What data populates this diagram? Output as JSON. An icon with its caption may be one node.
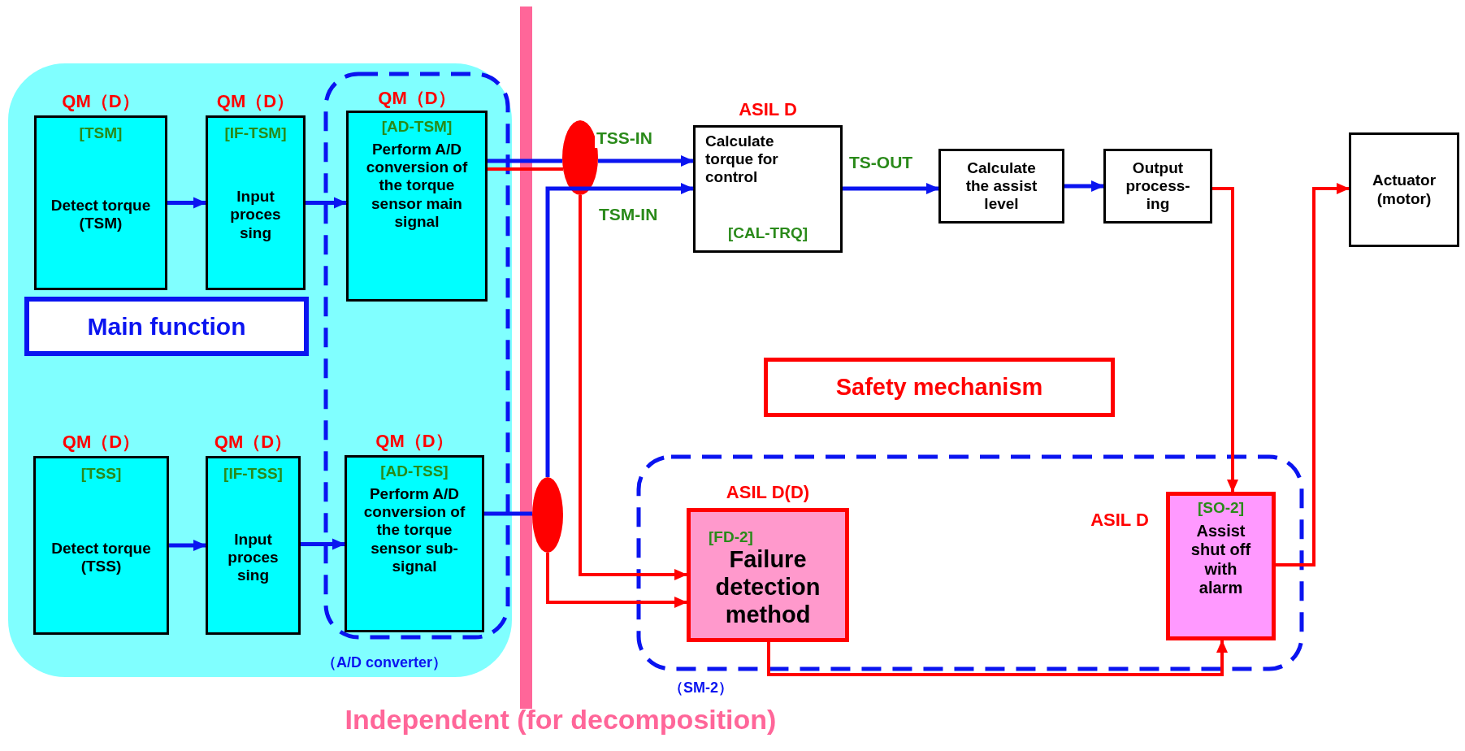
{
  "diagram": {
    "nodes": [
      {
        "text": [
          "Main function"
        ]
      },
      {
        "text": [
          "[TSM]",
          "Detect torque (TSM)"
        ],
        "beside": [
          "QM（D）"
        ],
        "in": 0
      },
      {
        "text": [
          "[IF-TSM]",
          "Input proces sing"
        ],
        "beside": [
          "QM（D）"
        ],
        "in": 0
      },
      {
        "text": [
          "（A/D converter）"
        ],
        "in": 0
      },
      {
        "text": [
          "[AD-TSM]",
          "Perform A/D conversion of the torque sensor main signal"
        ],
        "beside": [
          "QM（D）"
        ],
        "in": 3
      },
      {
        "text": [
          "[TSS]",
          "Detect torque (TSS)"
        ],
        "beside": [
          "QM（D）"
        ],
        "in": 0
      },
      {
        "text": [
          "[IF-TSS]",
          "Input proces sing"
        ],
        "beside": [
          "QM（D）"
        ],
        "in": 0
      },
      {
        "text": [
          "[AD-TSS]",
          "Perform A/D conversion of the torque sensor sub-signal"
        ],
        "beside": [
          "QM（D）"
        ],
        "in": 3
      },
      {
        "text": [],
        "shape": "ellipse"
      },
      {
        "text": [],
        "shape": "ellipse"
      },
      {
        "text": [
          "Calculate torque for control",
          "[CAL-TRQ]"
        ],
        "beside": [
          "ASIL D"
        ]
      },
      {
        "text": [
          "Calculate the assist level"
        ]
      },
      {
        "text": [
          "Output process-ing"
        ]
      },
      {
        "text": [
          "Actuator (motor)"
        ]
      },
      {
        "text": [
          "Safety mechanism"
        ]
      },
      {
        "text": [
          "（SM-2）"
        ]
      },
      {
        "text": [
          "[FD-2]",
          "Failure detection method"
        ],
        "beside": [
          "ASIL D(D)"
        ],
        "in": 15
      },
      {
        "text": [
          "[SO-2]",
          "Assist shut off with alarm"
        ],
        "beside": [
          "ASIL D"
        ],
        "in": 15
      },
      {
        "text": [
          "Independent (for decomposition)"
        ]
      }
    ],
    "edges": [
      {
        "from": 1,
        "to": 2,
        "arrow": "to"
      },
      {
        "from": 2,
        "to": 4,
        "arrow": "to"
      },
      {
        "from": 5,
        "to": 6,
        "arrow": "to"
      },
      {
        "from": 6,
        "to": 7,
        "arrow": "to"
      },
      {
        "from": 4,
        "to": 8,
        "arrow": "none"
      },
      {
        "from": 4,
        "to": 8,
        "arrow": "none",
        "color": "#ff0000"
      },
      {
        "from": 8,
        "to": 10,
        "arrow": "to",
        "label": "TSS-IN"
      },
      {
        "from": 8,
        "to": 16,
        "arrow": "to",
        "color": "#ff0000"
      },
      {
        "from": 7,
        "to": 9,
        "arrow": "none"
      },
      {
        "from": 9,
        "to": 10,
        "arrow": "to",
        "label": "TSM-IN"
      },
      {
        "from": 9,
        "to": 16,
        "arrow": "to",
        "color": "#ff0000"
      },
      {
        "from": 10,
        "to": 11,
        "arrow": "to",
        "label": "TS-OUT"
      },
      {
        "from": 11,
        "to": 12,
        "arrow": "to"
      },
      {
        "from": 12,
        "to": 17,
        "arrow": "to",
        "color": "#ff0000"
      },
      {
        "from": 16,
        "to": 17,
        "arrow": "to",
        "color": "#ff0000"
      },
      {
        "from": 17,
        "to": 13,
        "arrow": "to",
        "color": "#ff0000"
      }
    ]
  }
}
